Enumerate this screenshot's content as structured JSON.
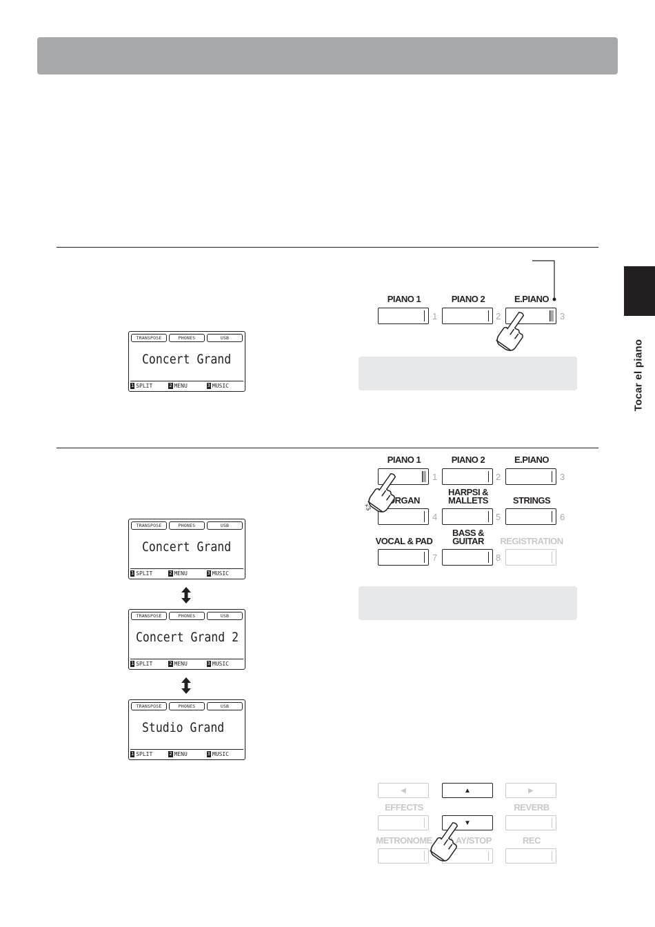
{
  "side_tab": {
    "label": "Tocar el piano"
  },
  "lcd_common": {
    "tabs": [
      "TRANSPOSE",
      "PHONES",
      "USB"
    ],
    "funcs": [
      {
        "num": "1",
        "label": "SPLIT"
      },
      {
        "num": "2",
        "label": "MENU"
      },
      {
        "num": "3",
        "label": "MUSIC"
      }
    ]
  },
  "step1": {
    "lcd_sound": "Concert Grand",
    "buttons": [
      {
        "label": "PIANO 1",
        "num": "1"
      },
      {
        "label": "PIANO 2",
        "num": "2"
      },
      {
        "label": "E.PIANO",
        "num": "3"
      }
    ]
  },
  "step2": {
    "lcd_sounds": [
      "Concert Grand",
      "Concert Grand 2",
      "Studio Grand"
    ],
    "press_count": "×3",
    "buttons": [
      {
        "label": "PIANO 1",
        "num": "1"
      },
      {
        "label": "PIANO 2",
        "num": "2"
      },
      {
        "label": "E.PIANO",
        "num": "3"
      },
      {
        "label": "ORGAN",
        "num": "4"
      },
      {
        "label": "HARPSI &\nMALLETS",
        "num": "5"
      },
      {
        "label": "STRINGS",
        "num": "6"
      },
      {
        "label": "VOCAL & PAD",
        "num": "7"
      },
      {
        "label": "BASS &\nGUITAR",
        "num": "8"
      },
      {
        "label": "REGISTRATION",
        "num": ""
      }
    ]
  },
  "step3": {
    "labels": [
      "EFFECTS",
      "REVERB",
      "METRONOME",
      "PLAY/STOP",
      "REC"
    ],
    "arrows": {
      "left": "◀",
      "up": "▲",
      "right": "▶",
      "down": "▼"
    }
  }
}
